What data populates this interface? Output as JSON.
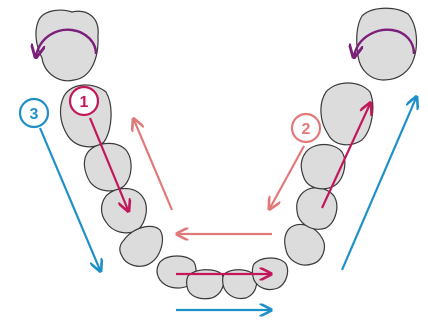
{
  "diagram": {
    "badges": [
      {
        "id": "badge-1",
        "label": "1",
        "color": "#c2185b"
      },
      {
        "id": "badge-2",
        "label": "2",
        "color": "#e07a7a"
      },
      {
        "id": "badge-3",
        "label": "3",
        "color": "#1e90c8"
      }
    ],
    "colors": {
      "tooth_fill": "#dcdcdc",
      "tooth_outline": "#3a3a3a",
      "arrow_magenta": "#c2185b",
      "arrow_salmon": "#e07a7a",
      "arrow_blue": "#1e90c8",
      "rotation_purple": "#7b1f7a"
    },
    "icons": [
      "rotation-arrow-icon",
      "rotation-arrow-icon"
    ]
  }
}
